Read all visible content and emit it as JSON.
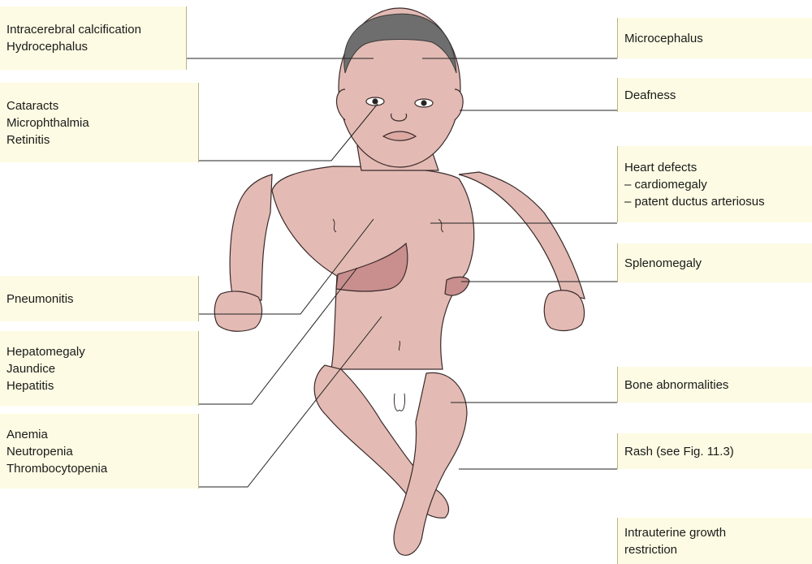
{
  "labels": {
    "intracerebral": [
      "Intracerebral calcification",
      "Hydrocephalus"
    ],
    "eyes": [
      "Cataracts",
      "Microphthalmia",
      "Retinitis"
    ],
    "pneumonitis": [
      "Pneumonitis"
    ],
    "liver": [
      "Hepatomegaly",
      "Jaundice",
      "Hepatitis"
    ],
    "blood": [
      "Anemia",
      "Neutropenia",
      "Thrombocytopenia"
    ],
    "microcephalus": [
      "Microcephalus"
    ],
    "deafness": [
      "Deafness"
    ],
    "heart": [
      "Heart defects",
      "– cardiomegaly",
      "– patent ductus arteriosus"
    ],
    "splenomegaly": [
      "Splenomegaly"
    ],
    "bone": [
      "Bone abnormalities"
    ],
    "rash": [
      "Rash (see Fig. 11.3)"
    ],
    "growth": [
      "Intrauterine growth",
      "restriction"
    ]
  },
  "colors": {
    "skin": "#e3bbb4",
    "organ": "#c98e8e",
    "hair": "#6e6e6e",
    "box": "#fdfbe3"
  }
}
